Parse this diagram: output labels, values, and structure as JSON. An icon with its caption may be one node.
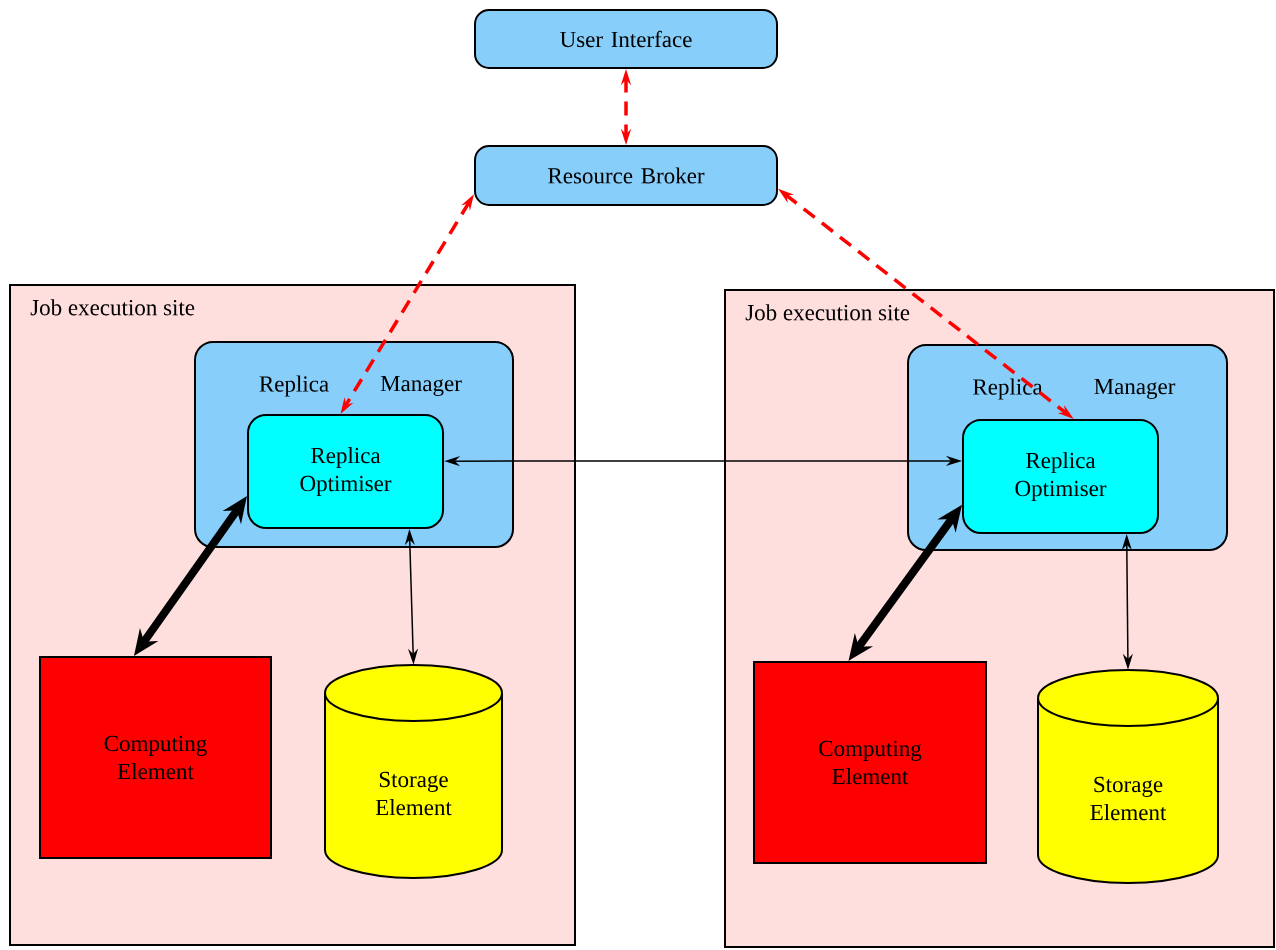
{
  "diagram": {
    "nodes": [
      {
        "text": [
          "User Interface"
        ]
      },
      {
        "text": [
          "Resource Broker"
        ]
      },
      {
        "text": [
          "Job execution site"
        ]
      },
      {
        "text": [
          "Replica",
          "Manager"
        ],
        "in": 2
      },
      {
        "text": [
          "Replica Optimiser"
        ],
        "in": 3
      },
      {
        "text": [
          "Computing Element"
        ],
        "in": 2
      },
      {
        "text": [
          "Storage Element"
        ],
        "in": 2
      },
      {
        "text": [
          "Job execution site"
        ]
      },
      {
        "text": [
          "Replica",
          "Manager"
        ],
        "in": 7
      },
      {
        "text": [
          "Replica Optimiser"
        ],
        "in": 8
      },
      {
        "text": [
          "Computing Element"
        ],
        "in": 7
      },
      {
        "text": [
          "Storage Element"
        ],
        "in": 7
      }
    ],
    "edges": [
      {
        "from": 0,
        "to": 1,
        "arrow": "both",
        "style": "dashed",
        "color": "#ff0000"
      },
      {
        "from": 1,
        "to": 4,
        "arrow": "both",
        "style": "dashed",
        "color": "#ff0000"
      },
      {
        "from": 1,
        "to": 9,
        "arrow": "both",
        "style": "dashed",
        "color": "#ff0000"
      },
      {
        "from": 4,
        "to": 9,
        "arrow": "both"
      },
      {
        "from": 4,
        "to": 5,
        "arrow": "both",
        "style": "thick"
      },
      {
        "from": 4,
        "to": 6,
        "arrow": "both"
      },
      {
        "from": 9,
        "to": 10,
        "arrow": "both",
        "style": "thick"
      },
      {
        "from": 9,
        "to": 11,
        "arrow": "both"
      }
    ]
  }
}
